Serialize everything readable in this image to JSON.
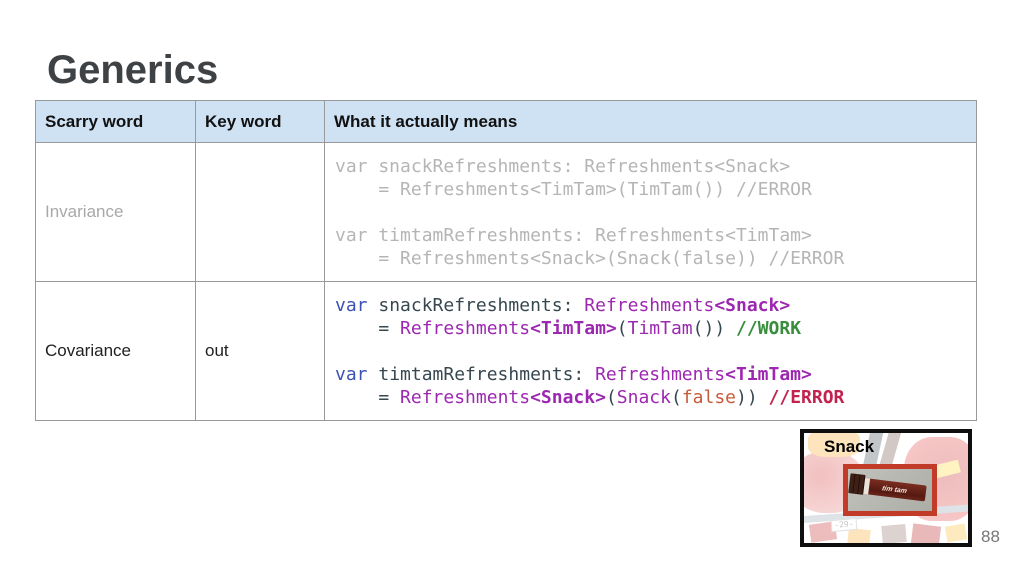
{
  "slide": {
    "title": "Generics",
    "page_number": "88"
  },
  "table": {
    "headers": [
      "Scarry word",
      "Key word",
      "What it actually means"
    ],
    "rows": [
      {
        "scarry_word": "Invariance",
        "key_word": "",
        "code": [
          [
            {
              "t": "var snackRefreshments: Refreshments<Snack>",
              "c": "dim"
            }
          ],
          [
            {
              "t": "    = Refreshments<TimTam>(TimTam()) //ERROR",
              "c": "dim"
            }
          ],
          [],
          [
            {
              "t": "var timtamRefreshments: Refreshments<TimTam>",
              "c": "dim"
            }
          ],
          [
            {
              "t": "    = Refreshments<Snack>(Snack(false)) //ERROR",
              "c": "dim"
            }
          ]
        ]
      },
      {
        "scarry_word": "Covariance",
        "key_word": "out",
        "code": [
          [
            {
              "t": "var",
              "c": "kw"
            },
            {
              "t": " snackRefreshments: ",
              "c": "id"
            },
            {
              "t": "Refreshments",
              "c": "cls"
            },
            {
              "t": "<Snack>",
              "c": "clsb"
            }
          ],
          [
            {
              "t": "    = ",
              "c": "id"
            },
            {
              "t": "Refreshments",
              "c": "cls"
            },
            {
              "t": "<TimTam>",
              "c": "clsb"
            },
            {
              "t": "(",
              "c": "id"
            },
            {
              "t": "TimTam",
              "c": "cls"
            },
            {
              "t": "()) ",
              "c": "id"
            },
            {
              "t": "//WORK",
              "c": "work"
            }
          ],
          [],
          [
            {
              "t": "var",
              "c": "kw"
            },
            {
              "t": " timtamRefreshments: ",
              "c": "id"
            },
            {
              "t": "Refreshments",
              "c": "cls"
            },
            {
              "t": "<TimTam>",
              "c": "clsb"
            }
          ],
          [
            {
              "t": "    = ",
              "c": "id"
            },
            {
              "t": "Refreshments",
              "c": "cls"
            },
            {
              "t": "<Snack>",
              "c": "clsb"
            },
            {
              "t": "(",
              "c": "id"
            },
            {
              "t": "Snack",
              "c": "cls"
            },
            {
              "t": "(",
              "c": "id"
            },
            {
              "t": "false",
              "c": "lit"
            },
            {
              "t": ")) ",
              "c": "id"
            },
            {
              "t": "//ERROR",
              "c": "err"
            }
          ]
        ]
      }
    ]
  },
  "snack_figure": {
    "label": "Snack",
    "package_text": "tim tam",
    "price_tag": "-29-"
  },
  "colors": {
    "header_bg": "#cfe2f3",
    "table_border": "#999999",
    "keyword_blue": "#3b51b5",
    "class_purple": "#9c27b0",
    "work_green": "#388e3c",
    "error_crimson": "#c2224e",
    "literal_orange": "#c75b39",
    "dim_code_gray": "#b5b5b5",
    "highlight_red": "#c23a28"
  }
}
